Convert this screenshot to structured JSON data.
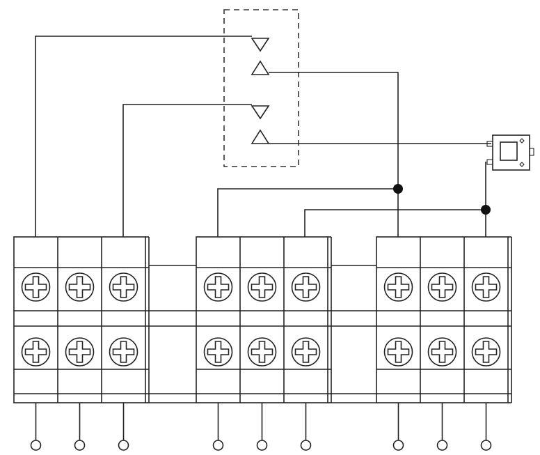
{
  "diagram": {
    "kind": "terminal-block wiring schematic",
    "stroke_color": "#222222",
    "background_color": "#ffffff",
    "terminal_blocks": [
      {
        "name": "terminal-block-left",
        "screw_columns": 3,
        "screw_rows": 2
      },
      {
        "name": "terminal-block-middle",
        "screw_columns": 3,
        "screw_rows": 2
      },
      {
        "name": "terminal-block-right",
        "screw_columns": 3,
        "screw_rows": 2
      }
    ],
    "output_terminals": 9,
    "connector_symbols": [
      "out-arrow",
      "in-arrow",
      "out-arrow",
      "in-arrow"
    ],
    "junction_dots": 2,
    "meter_icon": "panel-meter-icon"
  }
}
